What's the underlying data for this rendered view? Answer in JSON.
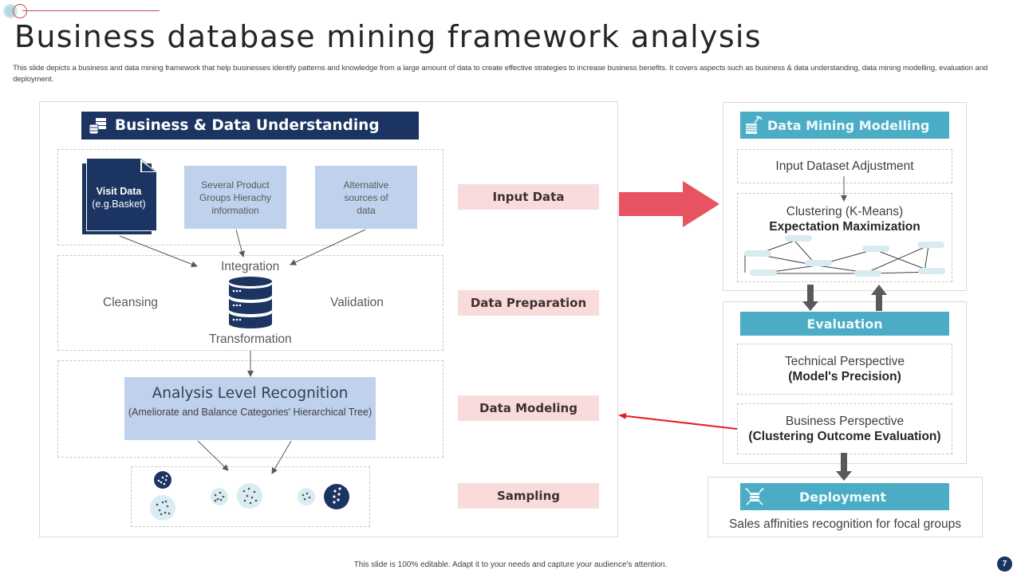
{
  "slide": {
    "title": "Business database mining framework analysis",
    "subtitle": "This slide depicts a business and data mining  framework that help businesses identify patterns and knowledge from a large amount of data to create effective strategies to increase business benefits. It covers aspects such as business & data understanding, data mining modelling,  evaluation and deployment.",
    "footer_note": "This slide is 100% editable.  Adapt it to your needs and capture your audience's attention.",
    "page_number": "7"
  },
  "colors": {
    "navy": "#1b3461",
    "teal": "#4bacc6",
    "light_blue": "#bfd1ec",
    "pink": "#fadbdc",
    "red_arrow": "#e75361",
    "feedback_arrow": "#e31e24",
    "dark_arrow": "#595959"
  },
  "business_understanding": {
    "header": "Business & Data Understanding",
    "header_icon": "database-files-icon",
    "visit_data": {
      "title": "Visit Data",
      "subtitle": "(e.g.Basket)"
    },
    "groups_box": "Several  Product Groups Hierachy information",
    "alt_box": "Alternative sources of data",
    "integration": "Integration",
    "cleansing": "Cleansing",
    "validation": "Validation",
    "transformation": "Transformation",
    "analysis": {
      "title": "Analysis Level Recognition",
      "subtitle": "(Ameliorate and Balance Categories' Hierarchical Tree)"
    }
  },
  "stages": [
    {
      "label": "Input Data"
    },
    {
      "label": "Data Preparation"
    },
    {
      "label": "Data Modeling"
    },
    {
      "label": "Sampling"
    }
  ],
  "data_mining_modelling": {
    "header": "Data Mining  Modelling",
    "header_icon": "server-pickaxe-icon",
    "input_adjustment": "Input  Dataset Adjustment",
    "clustering": "Clustering (K-Means)",
    "expectation": "Expectation Maximization"
  },
  "evaluation": {
    "header": "Evaluation",
    "technical": {
      "line1": "Technical  Perspective",
      "line2": "(Model's Precision)"
    },
    "business": {
      "line1": "Business Perspective",
      "line2": "(Clustering Outcome Evaluation)"
    }
  },
  "deployment": {
    "header": "Deployment",
    "header_icon": "server-network-icon",
    "text": "Sales affinities recognition for focal groups"
  }
}
